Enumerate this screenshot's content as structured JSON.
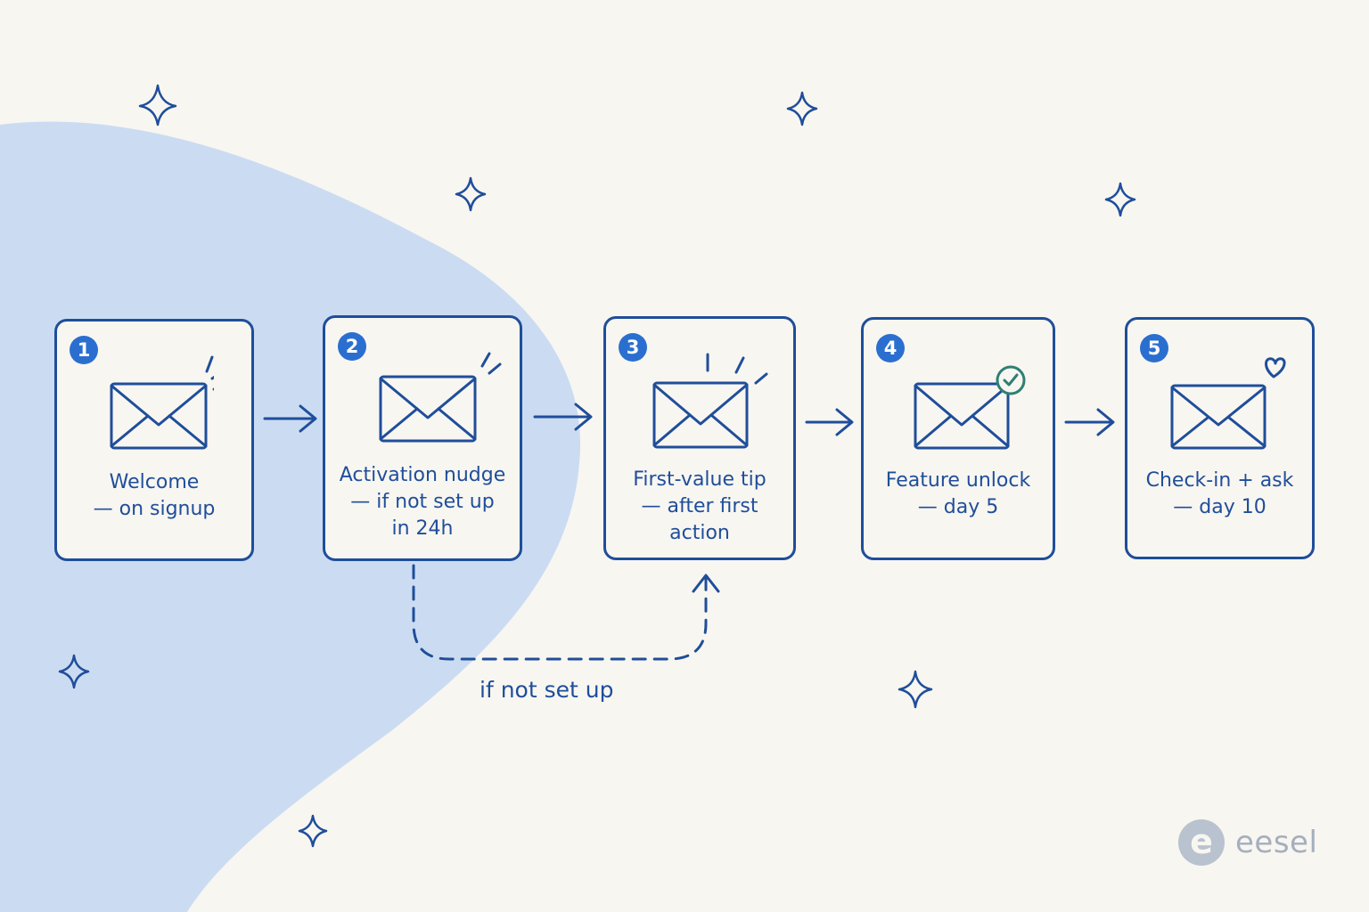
{
  "colors": {
    "background": "#f8f6f1",
    "blob": "#cbdcf2",
    "ink": "#1f4e9a",
    "badge": "#2a6fd0",
    "check": "#2f7f74",
    "logo": "#a5afbd"
  },
  "steps": [
    {
      "number": "1",
      "label": "Welcome\n— on signup",
      "icon": "envelope-icon",
      "accent": "sparkle-lines"
    },
    {
      "number": "2",
      "label": "Activation nudge\n— if not set up\nin 24h",
      "icon": "envelope-icon",
      "accent": "sparkle-lines"
    },
    {
      "number": "3",
      "label": "First-value tip\n— after first\naction",
      "icon": "envelope-icon",
      "accent": "sparkle-lines"
    },
    {
      "number": "4",
      "label": "Feature unlock\n— day 5",
      "icon": "envelope-icon",
      "accent": "check-circle-icon"
    },
    {
      "number": "5",
      "label": "Check-in + ask\n— day 10",
      "icon": "envelope-icon",
      "accent": "heart-icon"
    }
  ],
  "connector": {
    "label": "if not set up",
    "from": "2",
    "to": "3",
    "style": "dashed"
  },
  "logo": {
    "text": "eesel",
    "mark": "e"
  }
}
